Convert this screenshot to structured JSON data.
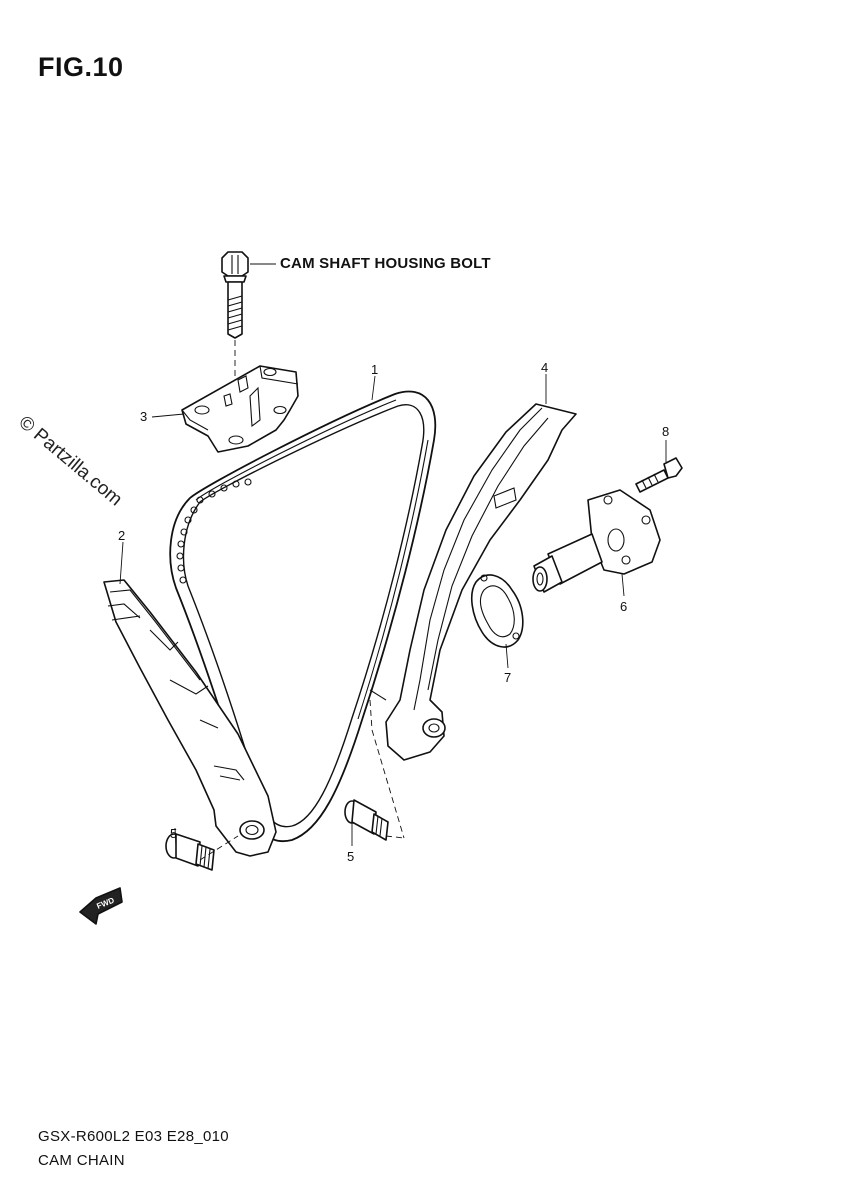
{
  "figure": {
    "title": "FIG.10",
    "watermark": "© Partzilla.com"
  },
  "callouts": [
    {
      "number": "1"
    },
    {
      "number": "2"
    },
    {
      "number": "3"
    },
    {
      "number": "4"
    },
    {
      "number": "5"
    },
    {
      "number": "5"
    },
    {
      "number": "6"
    },
    {
      "number": "7"
    },
    {
      "number": "8"
    }
  ],
  "labels": {
    "cam_shaft_housing_bolt": "CAM SHAFT HOUSING BOLT"
  },
  "direction_badge": "FWD",
  "footer": {
    "model_code": "GSX-R600L2 E03 E28_010",
    "section_name": "CAM CHAIN"
  }
}
